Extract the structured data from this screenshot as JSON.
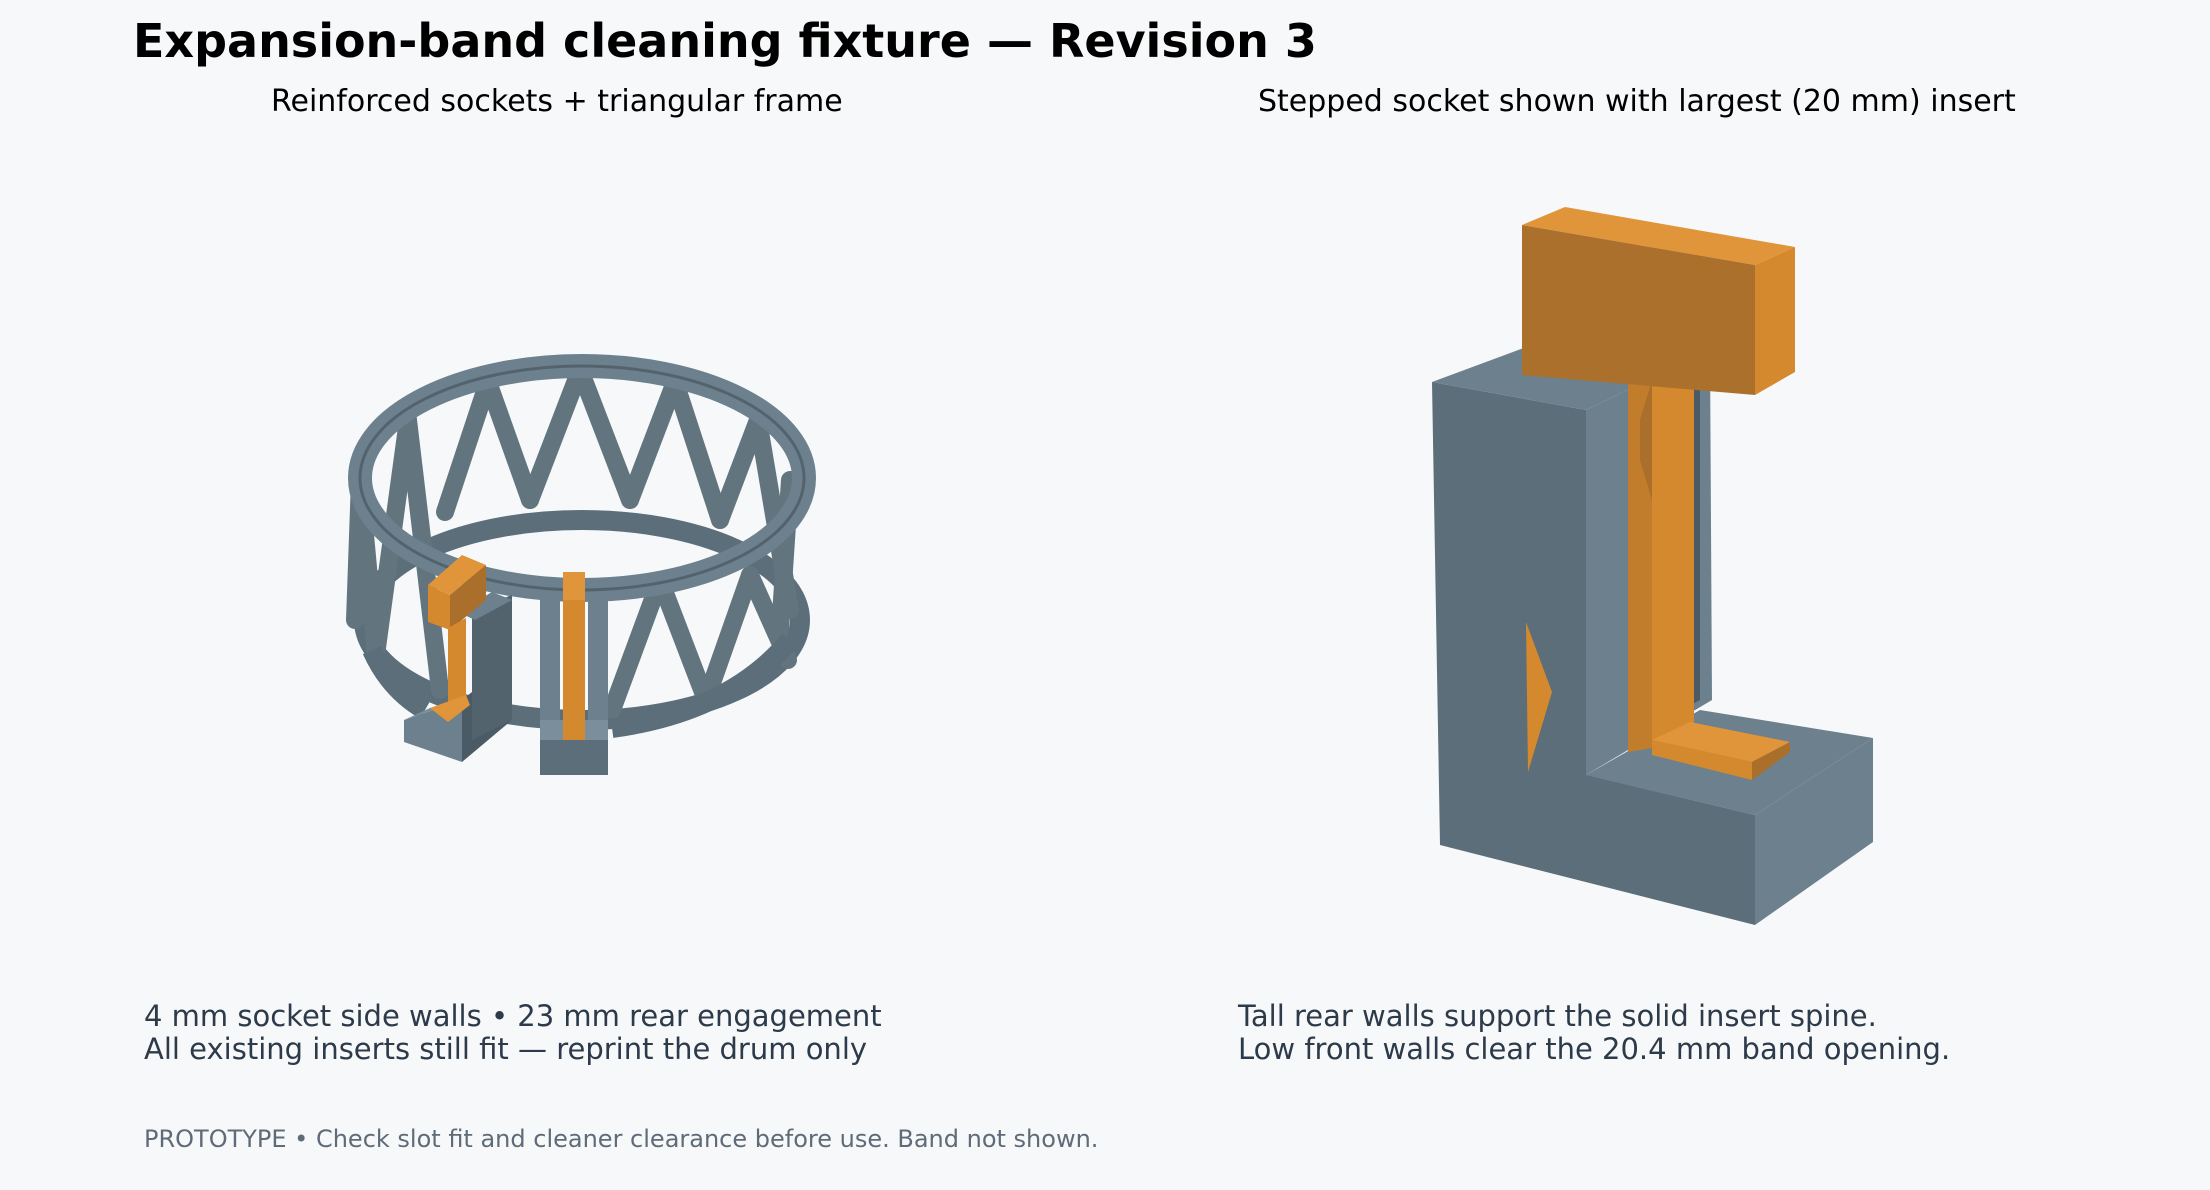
{
  "header": {
    "title": "Expansion-band cleaning fixture — Revision 3"
  },
  "left_view": {
    "title": "Reinforced sockets + triangular frame",
    "caption_line1": "4 mm socket side walls • 23 mm rear engagement",
    "caption_line2": "All existing inserts still fit — reprint the drum only"
  },
  "right_view": {
    "title": "Stepped socket shown with largest (20 mm) insert",
    "caption_line1": "Tall rear walls support the solid insert spine.",
    "caption_line2": "Low front walls clear the 20.4 mm band opening."
  },
  "footer": {
    "note": "PROTOTYPE • Check slot fit and cleaner clearance before use. Band not shown."
  },
  "colors": {
    "frame": "#5b6e79",
    "frame_light": "#6c818d",
    "frame_dark": "#4a5b66",
    "insert": "#d4892f",
    "insert_light": "#e0953a",
    "insert_dark": "#a96f2b",
    "background": "#f7f8fa"
  }
}
